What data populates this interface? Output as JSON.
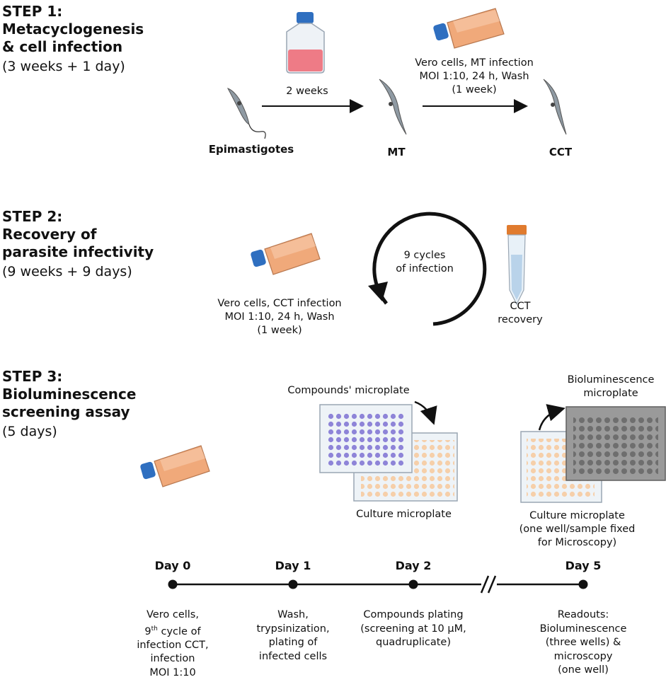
{
  "step1": {
    "title_line1": "STEP 1:",
    "title_line2": "Metacyclogenesis",
    "title_line3": "& cell infection",
    "duration": "(3 weeks + 1 day)",
    "arrow1_label": "2 weeks",
    "infection_line1": "Vero cells, MT infection",
    "infection_line2": "MOI 1:10, 24 h, Wash",
    "infection_line3": "(1 week)",
    "stage1": "Epimastigotes",
    "stage2": "MT",
    "stage3": "CCT"
  },
  "step2": {
    "title_line1": "STEP 2:",
    "title_line2": "Recovery of",
    "title_line3": "parasite infectivity",
    "duration": "(9 weeks + 9 days)",
    "cycle_line1": "9 cycles",
    "cycle_line2": "of infection",
    "infection_line1": "Vero cells, CCT infection",
    "infection_line2": "MOI 1:10, 24 h, Wash",
    "infection_line3": "(1 week)",
    "recovery_line1": "CCT",
    "recovery_line2": "recovery"
  },
  "step3": {
    "title_line1": "STEP 3:",
    "title_line2": "Bioluminescence",
    "title_line3": "screening assay",
    "duration": "(5 days)",
    "compounds_plate": "Compounds' microplate",
    "culture_plate": "Culture microplate",
    "biolum_line1": "Bioluminescence",
    "biolum_line2": "microplate",
    "culture2_line1": "Culture microplate",
    "culture2_line2": "(one well/sample fixed",
    "culture2_line3": "for Microscopy)"
  },
  "timeline": {
    "days": [
      {
        "label": "Day 0",
        "desc": [
          "Vero cells,",
          "9",
          "th",
          " cycle of",
          "infection CCT,",
          "infection",
          "MOI 1:10"
        ]
      },
      {
        "label": "Day 1",
        "desc": [
          "Wash,",
          "trypsinization,",
          "plating of",
          "infected cells"
        ]
      },
      {
        "label": "Day 2",
        "desc": [
          "Compounds plating",
          "(screening at 10 µM,",
          "quadruplicate)"
        ]
      },
      {
        "label": "Day 5",
        "desc": [
          "Readouts:",
          "Bioluminescence",
          "(three wells) &",
          "microscopy",
          "(one well)"
        ]
      }
    ]
  },
  "colors": {
    "flask_orange": "#f0a97a",
    "flask_cap": "#2f6fc0",
    "flask_medium_pink": "#ee7b86",
    "plate_purple_wells": "#8e84d8",
    "plate_peach_wells": "#f6cfa9",
    "plate_gray_wells": "#6e6e6e",
    "arrow": "#111111"
  }
}
